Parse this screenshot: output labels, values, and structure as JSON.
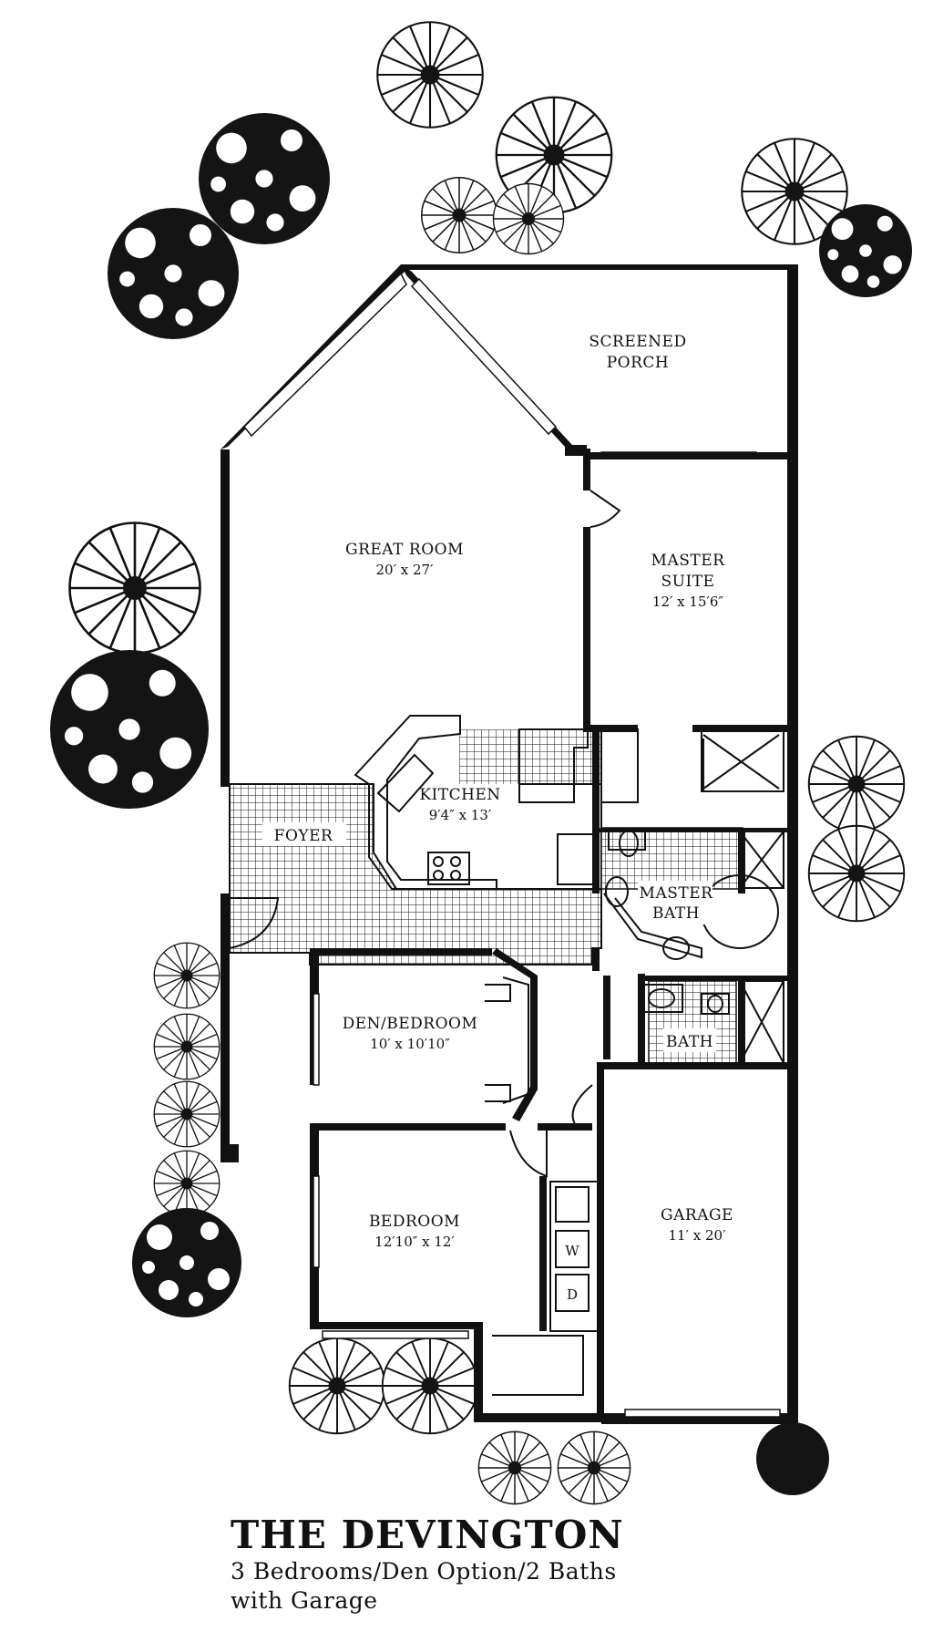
{
  "rooms": {
    "screened_porch": {
      "line1": "SCREENED",
      "line2": "PORCH"
    },
    "great_room": {
      "name": "GREAT ROOM",
      "dims": "20′ x 27′"
    },
    "master_suite": {
      "line1": "MASTER",
      "line2": "SUITE",
      "dims": "12′ x 15′6″"
    },
    "kitchen": {
      "name": "KITCHEN",
      "dims": "9′4″ x 13′"
    },
    "foyer": {
      "name": "FOYER"
    },
    "master_bath": {
      "line1": "MASTER",
      "line2": "BATH"
    },
    "den_bedroom": {
      "name": "DEN/BEDROOM",
      "dims": "10′ x 10′10″"
    },
    "bath": {
      "name": "BATH"
    },
    "bedroom": {
      "name": "BEDROOM",
      "dims": "12′10″ x 12′"
    },
    "garage": {
      "name": "GARAGE",
      "dims": "11′ x 20′"
    },
    "washer": "W",
    "dryer": "D"
  },
  "title": {
    "name": "THE DEVINGTON",
    "line1": "3 Bedrooms/Den Option/2 Baths",
    "line2": "with Garage"
  },
  "colors": {
    "ink": "#111111",
    "paper": "#ffffff"
  }
}
